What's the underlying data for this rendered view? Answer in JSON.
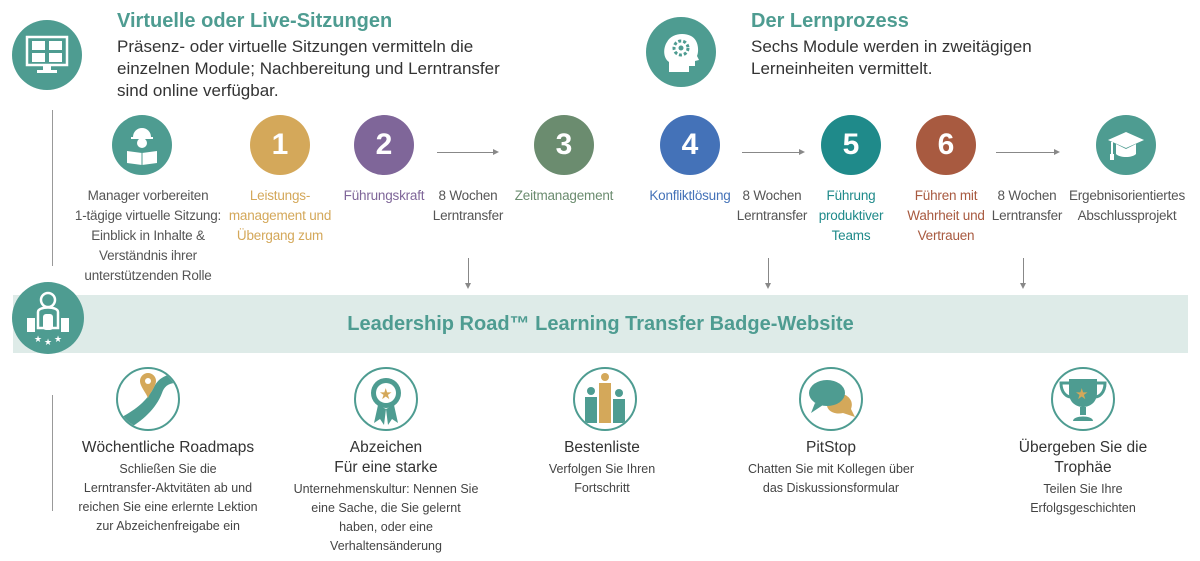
{
  "header_left": {
    "title": "Virtuelle oder Live-Sitzungen",
    "description": "Präsenz- oder virtuelle Sitzungen vermitteln die\neinzelnen Module; Nachbereitung und Lerntransfer\nsind online verfügbar."
  },
  "header_right": {
    "title": "Der Lernprozess",
    "description": "Sechs Module werden in zweitägigen\nLerneinheiten vermittelt."
  },
  "steps": [
    {
      "icon": "manager-reading-icon",
      "label": "Manager vorbereiten\n1-tägige virtuelle Sitzung:\nEinblick in Inhalte &\nVerständnis ihrer\nunterstützenden Rolle",
      "color": "#4e9c91"
    },
    {
      "number": "1",
      "label": "Leistungs-\nmanagement und\nÜbergang zum",
      "color": "#d4a85a"
    },
    {
      "number": "2",
      "label": "Führungskraft",
      "color": "#7f6699"
    },
    {
      "transfer": "8 Wochen\nLerntransfer"
    },
    {
      "number": "3",
      "label": "Zeitmanagement",
      "color": "#6b8c6f"
    },
    {
      "number": "4",
      "label": "Konfliktlösung",
      "color": "#4472b8"
    },
    {
      "transfer": "8 Wochen\nLerntransfer"
    },
    {
      "number": "5",
      "label": "Führung\nproduktiver\nTeams",
      "color": "#1f8a8a"
    },
    {
      "number": "6",
      "label": "Führen mit\nWahrheit und\nVertrauen",
      "color": "#a85a40"
    },
    {
      "transfer": "8 Wochen\nLerntransfer"
    },
    {
      "icon": "graduation-cap-icon",
      "label": "Ergebnisorientiertes\nAbschlussprojekt",
      "color": "#4e9c91"
    }
  ],
  "band": {
    "title": "Leadership Road™ Learning Transfer Badge-Website"
  },
  "features": [
    {
      "icon": "roadmap-pin-icon",
      "title": "Wöchentliche Roadmaps",
      "description": "Schließen Sie die\nLerntransfer-Aktvitäten ab und\nreichen Sie eine erlernte Lektion\nzur Abzeichenfreigabe ein"
    },
    {
      "icon": "badge-ribbon-icon",
      "title": "Abzeichen\nFür eine starke",
      "description": "Unternehmenskultur: Nennen Sie\neine Sache, die Sie gelernt\nhaben, oder eine\nVerhaltensänderung"
    },
    {
      "icon": "leaderboard-icon",
      "title": "Bestenliste",
      "description": "Verfolgen Sie Ihren\nFortschritt"
    },
    {
      "icon": "chat-bubbles-icon",
      "title": "PitStop",
      "description": "Chatten Sie mit Kollegen über\ndas Diskussionsformular"
    },
    {
      "icon": "trophy-icon",
      "title": "Übergeben Sie die\nTrophäe",
      "description": "Teilen Sie Ihre\nErfolgsgeschichten"
    }
  ],
  "colors": {
    "teal": "#4e9c91",
    "band": "#deebe8"
  }
}
